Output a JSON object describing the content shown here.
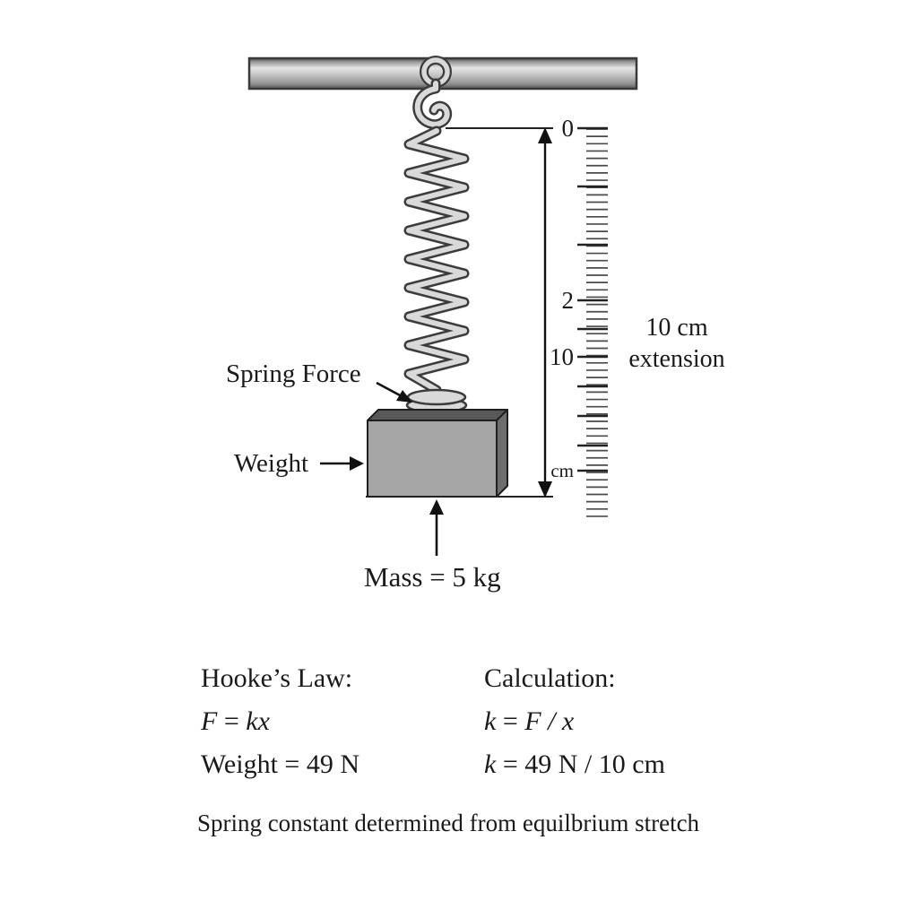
{
  "diagram": {
    "spring_force_label": "Spring Force",
    "weight_label": "Weight",
    "mass_label": "Mass = 5 kg",
    "extension_label_line1": "10 cm",
    "extension_label_line2": "extension",
    "ruler": {
      "label_0": "0",
      "label_2": "2",
      "label_10": "10",
      "unit": "cm"
    }
  },
  "formulas": {
    "left": {
      "title": "Hooke’s Law:",
      "eq_var": "F",
      "eq_sign": " = ",
      "eq_expr": "kx",
      "line2": "Weight = 49 N"
    },
    "right": {
      "title": "Calculation:",
      "eq_var": "k",
      "eq_sign": " = ",
      "eq_expr": "F / x",
      "eq2_var": "k",
      "eq2_rest": " = 49 N / 10 cm"
    }
  },
  "caption": "Spring constant determined from equilbrium stretch",
  "colors": {
    "ink": "#1a1a1a",
    "outline": "#3c3c3c",
    "spring_fill": "#d9d9d9",
    "block_front": "#a5a5a5",
    "block_top": "#585858",
    "block_side": "#6e6e6e",
    "bar_light": "#e6e6e6",
    "bar_dark": "#4e4e4e"
  }
}
